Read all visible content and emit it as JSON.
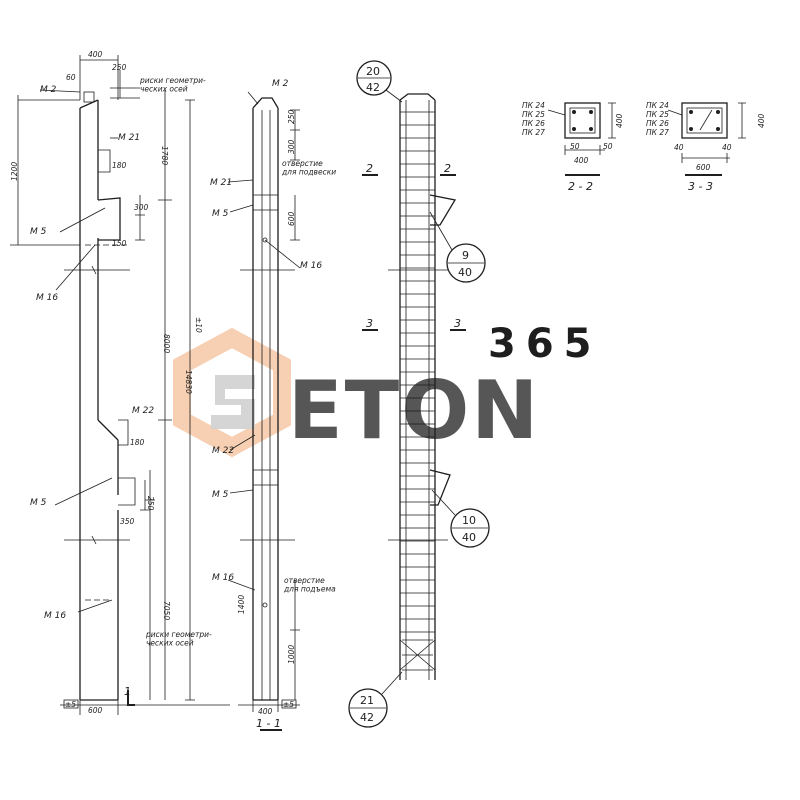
{
  "watermark": {
    "number": "365",
    "brand": "ETON",
    "accent_color": "#f6c8a6",
    "text_color": "#c8c8c8"
  },
  "left_elevation": {
    "dims": {
      "top_width": "400",
      "offset_60": "60",
      "h_250": "250",
      "h_1200": "1200",
      "h_1780": "1780",
      "h_180a": "180",
      "h_300": "300",
      "h_150": "150",
      "h_8000": "8000",
      "h_14830": "14830",
      "h_180b": "180",
      "h_250b": "250",
      "h_350": "350",
      "h_7050": "7050",
      "bottom_width": "600",
      "tol": "±10",
      "tol_bottom": "±5"
    },
    "marks": {
      "m2": "М 2",
      "m21": "М 21",
      "m5a": "М 5",
      "m16a": "М 16",
      "m22": "М 22",
      "m5b": "М 5",
      "m16b": "М 16"
    },
    "note_axes": "риски геометри-\nческих осей",
    "section_mark": "1"
  },
  "side_elevation": {
    "title": "1 - 1",
    "dims": {
      "h_250": "250",
      "h_300": "300",
      "h_600": "600",
      "h_1400": "1400",
      "h_1000": "1000",
      "bottom_width": "400",
      "tol": "±5"
    },
    "marks": {
      "m2": "М 2",
      "m21": "М 21",
      "m5a": "М 5",
      "m16a": "М 16",
      "m22": "М 22",
      "m5b": "М 5",
      "m16b": "М 16"
    },
    "note_hole_top": "отверстие\nдля подвески",
    "note_hole_bottom": "отверстие\nдля подъема",
    "note_axes": "риски геометри-\nческих осей"
  },
  "reinforcement": {
    "bubbles": [
      {
        "num": "20",
        "den": "42"
      },
      {
        "num": "9",
        "den": "40"
      },
      {
        "num": "10",
        "den": "40"
      },
      {
        "num": "21",
        "den": "42"
      }
    ],
    "section_labels": [
      "2",
      "2",
      "3",
      "3"
    ]
  },
  "section_2_2": {
    "title": "2 - 2",
    "types": [
      "ПК 24",
      "ПК 25",
      "ПК 26",
      "ПК 27"
    ],
    "width": "400",
    "height": "400",
    "d50": "50"
  },
  "section_3_3": {
    "title": "3 - 3",
    "types": [
      "ПК 24",
      "ПК 25",
      "ПК 26",
      "ПК 27"
    ],
    "width": "600",
    "height": "400",
    "d40": "40"
  }
}
